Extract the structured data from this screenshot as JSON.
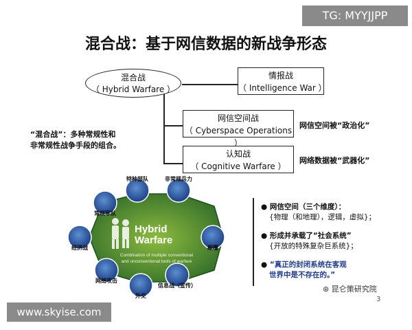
{
  "watermark_top": "TG: MYYJJPP",
  "watermark_bottom": "www.skyise.com",
  "title": "混合战：基于网信数据的新战争形态",
  "hybrid": {
    "cn": "混合战",
    "en": "（ Hybrid Warfare ）"
  },
  "intelligence": {
    "cn": "情报战",
    "en": "（ Intelligence War ）"
  },
  "cyberspace": {
    "cn": "网信空间战",
    "en": "（ Cyberspace Operations ）",
    "side": "网信空间被“政治化”"
  },
  "cognitive": {
    "cn": "认知战",
    "en": "（ Cognitive Warfare ）",
    "side": "网络数据被“武器化”"
  },
  "note": {
    "line1": "“混合战”：多种常规性和",
    "line2": "非常规性战争手段的组合。"
  },
  "graphic": {
    "center_title_1": "Hybrid",
    "center_title_2": "Warfare",
    "center_sub_1": "Combination of multiple conventional",
    "center_sub_2": "and unconventional tools of warfare",
    "nodes": [
      {
        "label": "特种部队"
      },
      {
        "label": "非常规兵力"
      },
      {
        "label": "常规军队"
      },
      {
        "label": "经济战"
      },
      {
        "label": "颠覆"
      },
      {
        "label": "网络攻击"
      },
      {
        "label": "外交"
      },
      {
        "label": "信息战（宣传）"
      }
    ]
  },
  "bullets": [
    {
      "head": "网信空间（三个维度）：",
      "sub": "{物理（和地理），逻辑，虚拟}；"
    },
    {
      "head": "形成并承载了“社会系统”",
      "sub": "{开放的特殊复杂巨系统}；"
    },
    {
      "head": "“真正的封闭系统在客观",
      "sub": "世界中是不存在的。”"
    }
  ],
  "logo": "昆仑策研究院",
  "page_number": "3"
}
